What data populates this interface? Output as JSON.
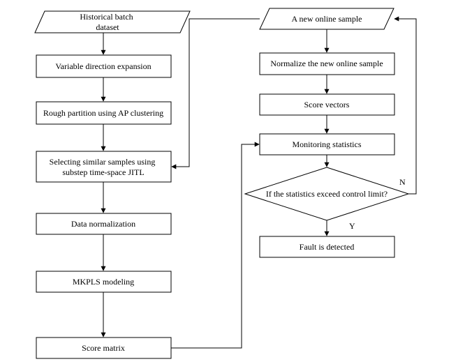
{
  "nodes": {
    "historical_dataset": [
      "Historical batch",
      "dataset"
    ],
    "variable_direction": [
      "Variable direction expansion"
    ],
    "rough_partition": [
      "Rough partition using AP clustering"
    ],
    "selecting_similar": [
      "Selecting similar samples using",
      "substep time-space JITL"
    ],
    "data_normalization": [
      "Data normalization"
    ],
    "mkpls_modeling": [
      "MKPLS modeling"
    ],
    "score_matrix": [
      "Score matrix"
    ],
    "new_online_sample": [
      "A new online sample"
    ],
    "normalize_online": [
      "Normalize the new online sample"
    ],
    "score_vectors": [
      "Score vectors"
    ],
    "monitoring_statistics": [
      "Monitoring statistics"
    ],
    "decision": [
      "If the statistics exceed control limit?"
    ],
    "fault_detected": [
      "Fault is detected"
    ]
  },
  "branch_labels": {
    "yes": "Y",
    "no": "N"
  }
}
